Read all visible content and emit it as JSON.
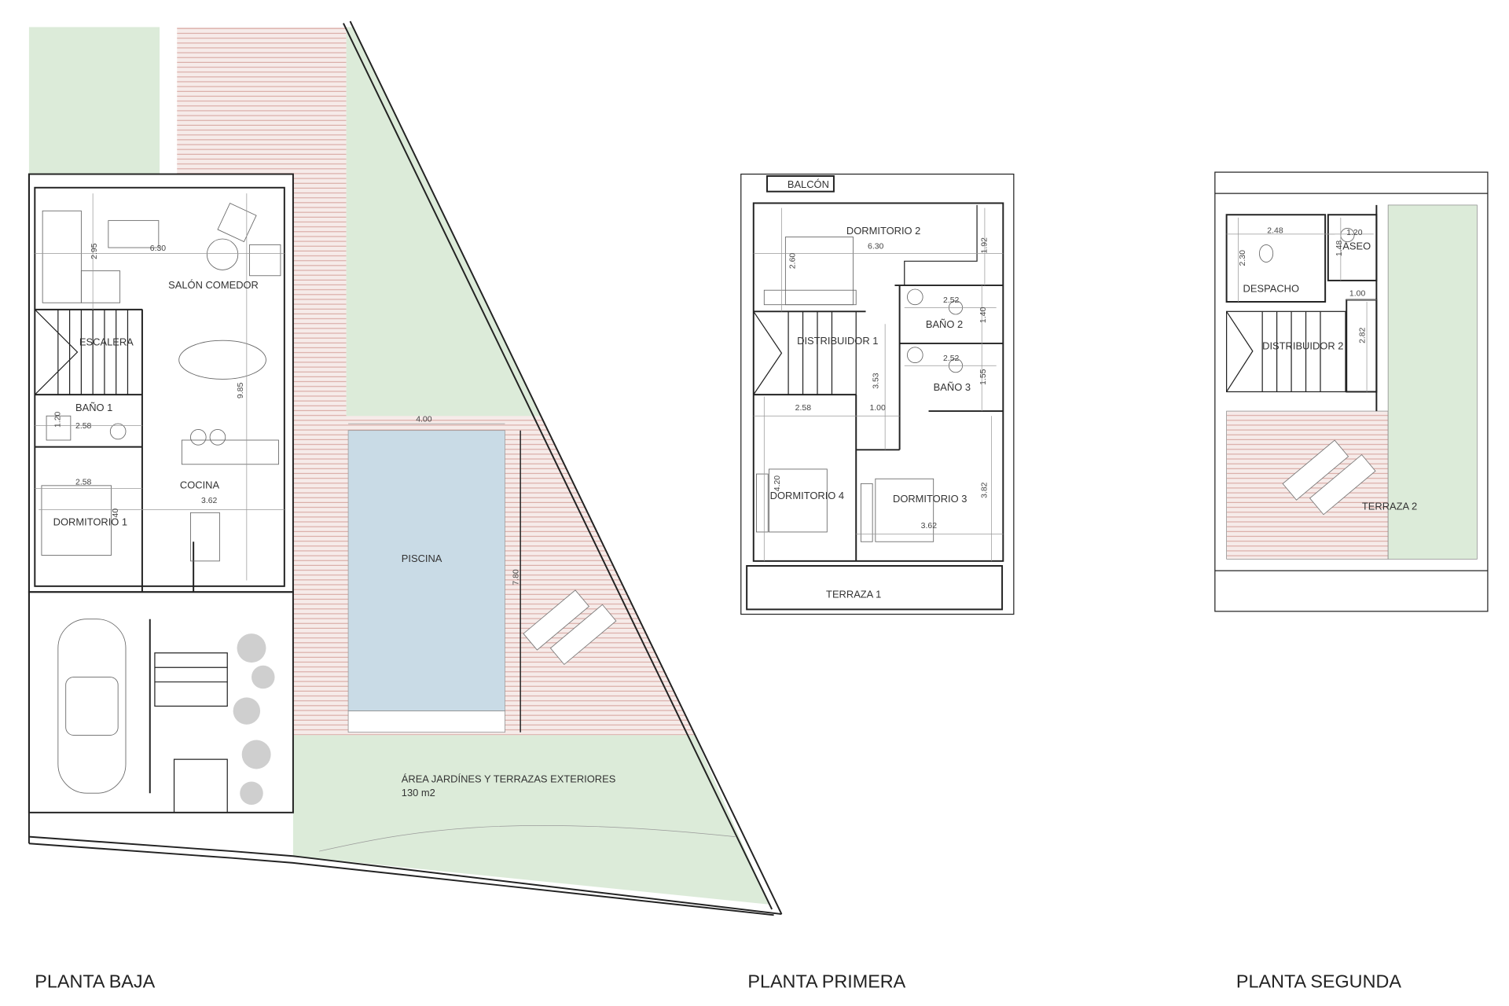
{
  "colors": {
    "garden": "#dcebd9",
    "deck_bg": "#f6ebe9",
    "deck_line": "#d8a8a2",
    "pool": "#c9dbe6",
    "wall": "#222222"
  },
  "ground_floor": {
    "title": "PLANTA BAJA",
    "rooms": {
      "salon": "SALÓN COMEDOR",
      "escalera": "ESCALERA",
      "bano1": "BAÑO 1",
      "cocina": "COCINA",
      "dormitorio1": "DORMITORIO 1",
      "piscina": "PISCINA",
      "garden": "ÁREA JARDÍNES Y TERRAZAS EXTERIORES",
      "garden_area": "130 m2"
    },
    "dims": {
      "salon_w": "6.30",
      "salon_h": "2.95",
      "total_h": "9.85",
      "bano_h": "1.20",
      "bano_w": "2.58",
      "dorm_w": "2.58",
      "dorm_h": "40",
      "cocina_w": "3.62",
      "pool_w": "4.00",
      "pool_h": "7.80"
    }
  },
  "first_floor": {
    "title": "PLANTA PRIMERA",
    "rooms": {
      "balcon": "BALCÓN",
      "dormitorio2": "DORMITORIO 2",
      "bano2": "BAÑO 2",
      "bano3": "BAÑO 3",
      "distribuidor1": "DISTRIBUIDOR 1",
      "dormitorio4": "DORMITORIO 4",
      "dormitorio3": "DORMITORIO 3",
      "terraza1": "TERRAZA 1"
    },
    "dims": {
      "d2_w": "6.30",
      "d2_h": "2.60",
      "d2_h2": "1.92",
      "b2_w": "2.52",
      "b2_h": "1.40",
      "b3_w": "2.52",
      "b3_h": "1.55",
      "dist_h": "3.53",
      "dist_w": "1.00",
      "d4_w": "2.58",
      "d4_h": "4.20",
      "d3_w": "3.62",
      "d3_h": "3.82"
    }
  },
  "second_floor": {
    "title": "PLANTA SEGUNDA",
    "rooms": {
      "despacho": "DESPACHO",
      "aseo": "ASEO",
      "distribuidor2": "DISTRIBUIDOR 2",
      "terraza2": "TERRAZA 2"
    },
    "dims": {
      "desp_w": "2.48",
      "desp_h": "2.30",
      "aseo_w": "1.20",
      "aseo_h": "1.48",
      "dist_w": "1.00",
      "dist_h": "2.82"
    }
  }
}
